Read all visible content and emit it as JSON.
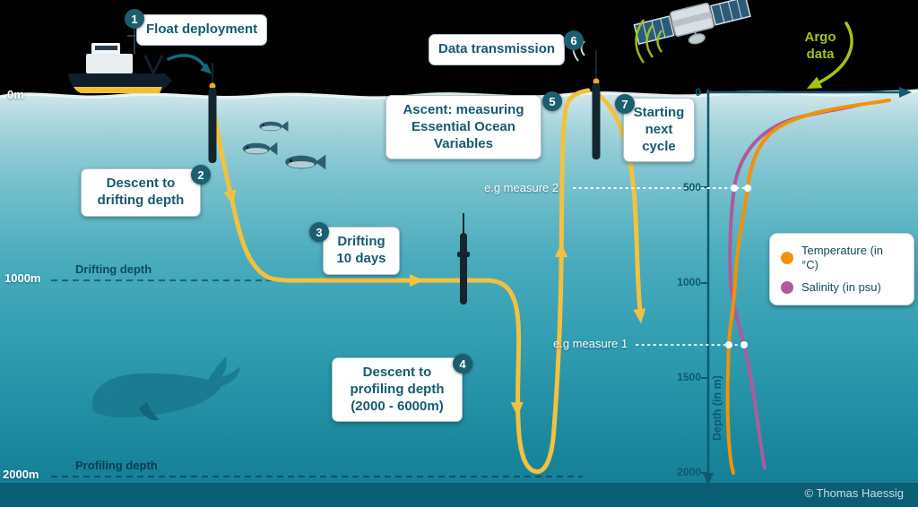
{
  "steps": [
    {
      "num": "1",
      "label": "Float deployment"
    },
    {
      "num": "2",
      "label": "Descent to drifting depth"
    },
    {
      "num": "3",
      "label": "Drifting 10 days"
    },
    {
      "num": "4",
      "label": "Descent to profiling depth (2000 - 6000m)"
    },
    {
      "num": "5",
      "label": "Ascent: measuring Essential Ocean Variables"
    },
    {
      "num": "6",
      "label": "Data transmission"
    },
    {
      "num": "7",
      "label": "Starting next cycle"
    }
  ],
  "depth_scale": {
    "surface_label": "0m",
    "drifting_depth_value": "1000m",
    "profiling_depth_value": "2000m",
    "drifting_depth_name": "Drifting depth",
    "profiling_depth_name": "Profiling depth"
  },
  "annotations": {
    "measure_2": "e.g measure 2",
    "measure_1": "e.g measure 1",
    "argo_data": "Argo data",
    "copyright": "© Thomas Haessig"
  },
  "colors": {
    "sky": "#000000",
    "ocean_top": "#d4e9ec",
    "ocean_bottom": "#117b93",
    "trajectory_yellow": "#f4c13e",
    "badge": "#1b5e70",
    "label_text": "#175a6e",
    "temperature": "#f39207",
    "salinity": "#ad5b9c",
    "argo_green": "#a6c313",
    "axis": "#0e5a6e"
  },
  "chart_data": {
    "type": "line",
    "title": "",
    "ylabel": "Depth (in m)",
    "ylim": [
      0,
      2000
    ],
    "y_inverted": true,
    "y_ticks": [
      "0",
      "500",
      "1000",
      "1500",
      "2000"
    ],
    "x_axis": "unlabeled (relative value, increasing rightward)",
    "legend_position": "floating box at right",
    "series": [
      {
        "name": "Temperature (in °C)",
        "color": "#f39207",
        "points_depth_vs_value": [
          [
            0,
            0.93
          ],
          [
            150,
            0.42
          ],
          [
            300,
            0.26
          ],
          [
            510,
            0.2
          ],
          [
            1000,
            0.14
          ],
          [
            1330,
            0.11
          ],
          [
            1700,
            0.11
          ],
          [
            2000,
            0.13
          ]
        ]
      },
      {
        "name": "Salinity (in psu)",
        "color": "#ad5b9c",
        "points_depth_vs_value": [
          [
            0,
            0.78
          ],
          [
            150,
            0.36
          ],
          [
            300,
            0.18
          ],
          [
            510,
            0.13
          ],
          [
            1000,
            0.12
          ],
          [
            1330,
            0.19
          ],
          [
            1700,
            0.25
          ],
          [
            2000,
            0.29
          ]
        ]
      }
    ],
    "marked_points": [
      {
        "label": "e.g measure 2",
        "depth_m": 510
      },
      {
        "label": "e.g measure 1",
        "depth_m": 1330
      }
    ],
    "legend": [
      {
        "label": "Temperature (in °C)",
        "color": "#f39207"
      },
      {
        "label": "Salinity (in psu)",
        "color": "#ad5b9c"
      }
    ]
  }
}
